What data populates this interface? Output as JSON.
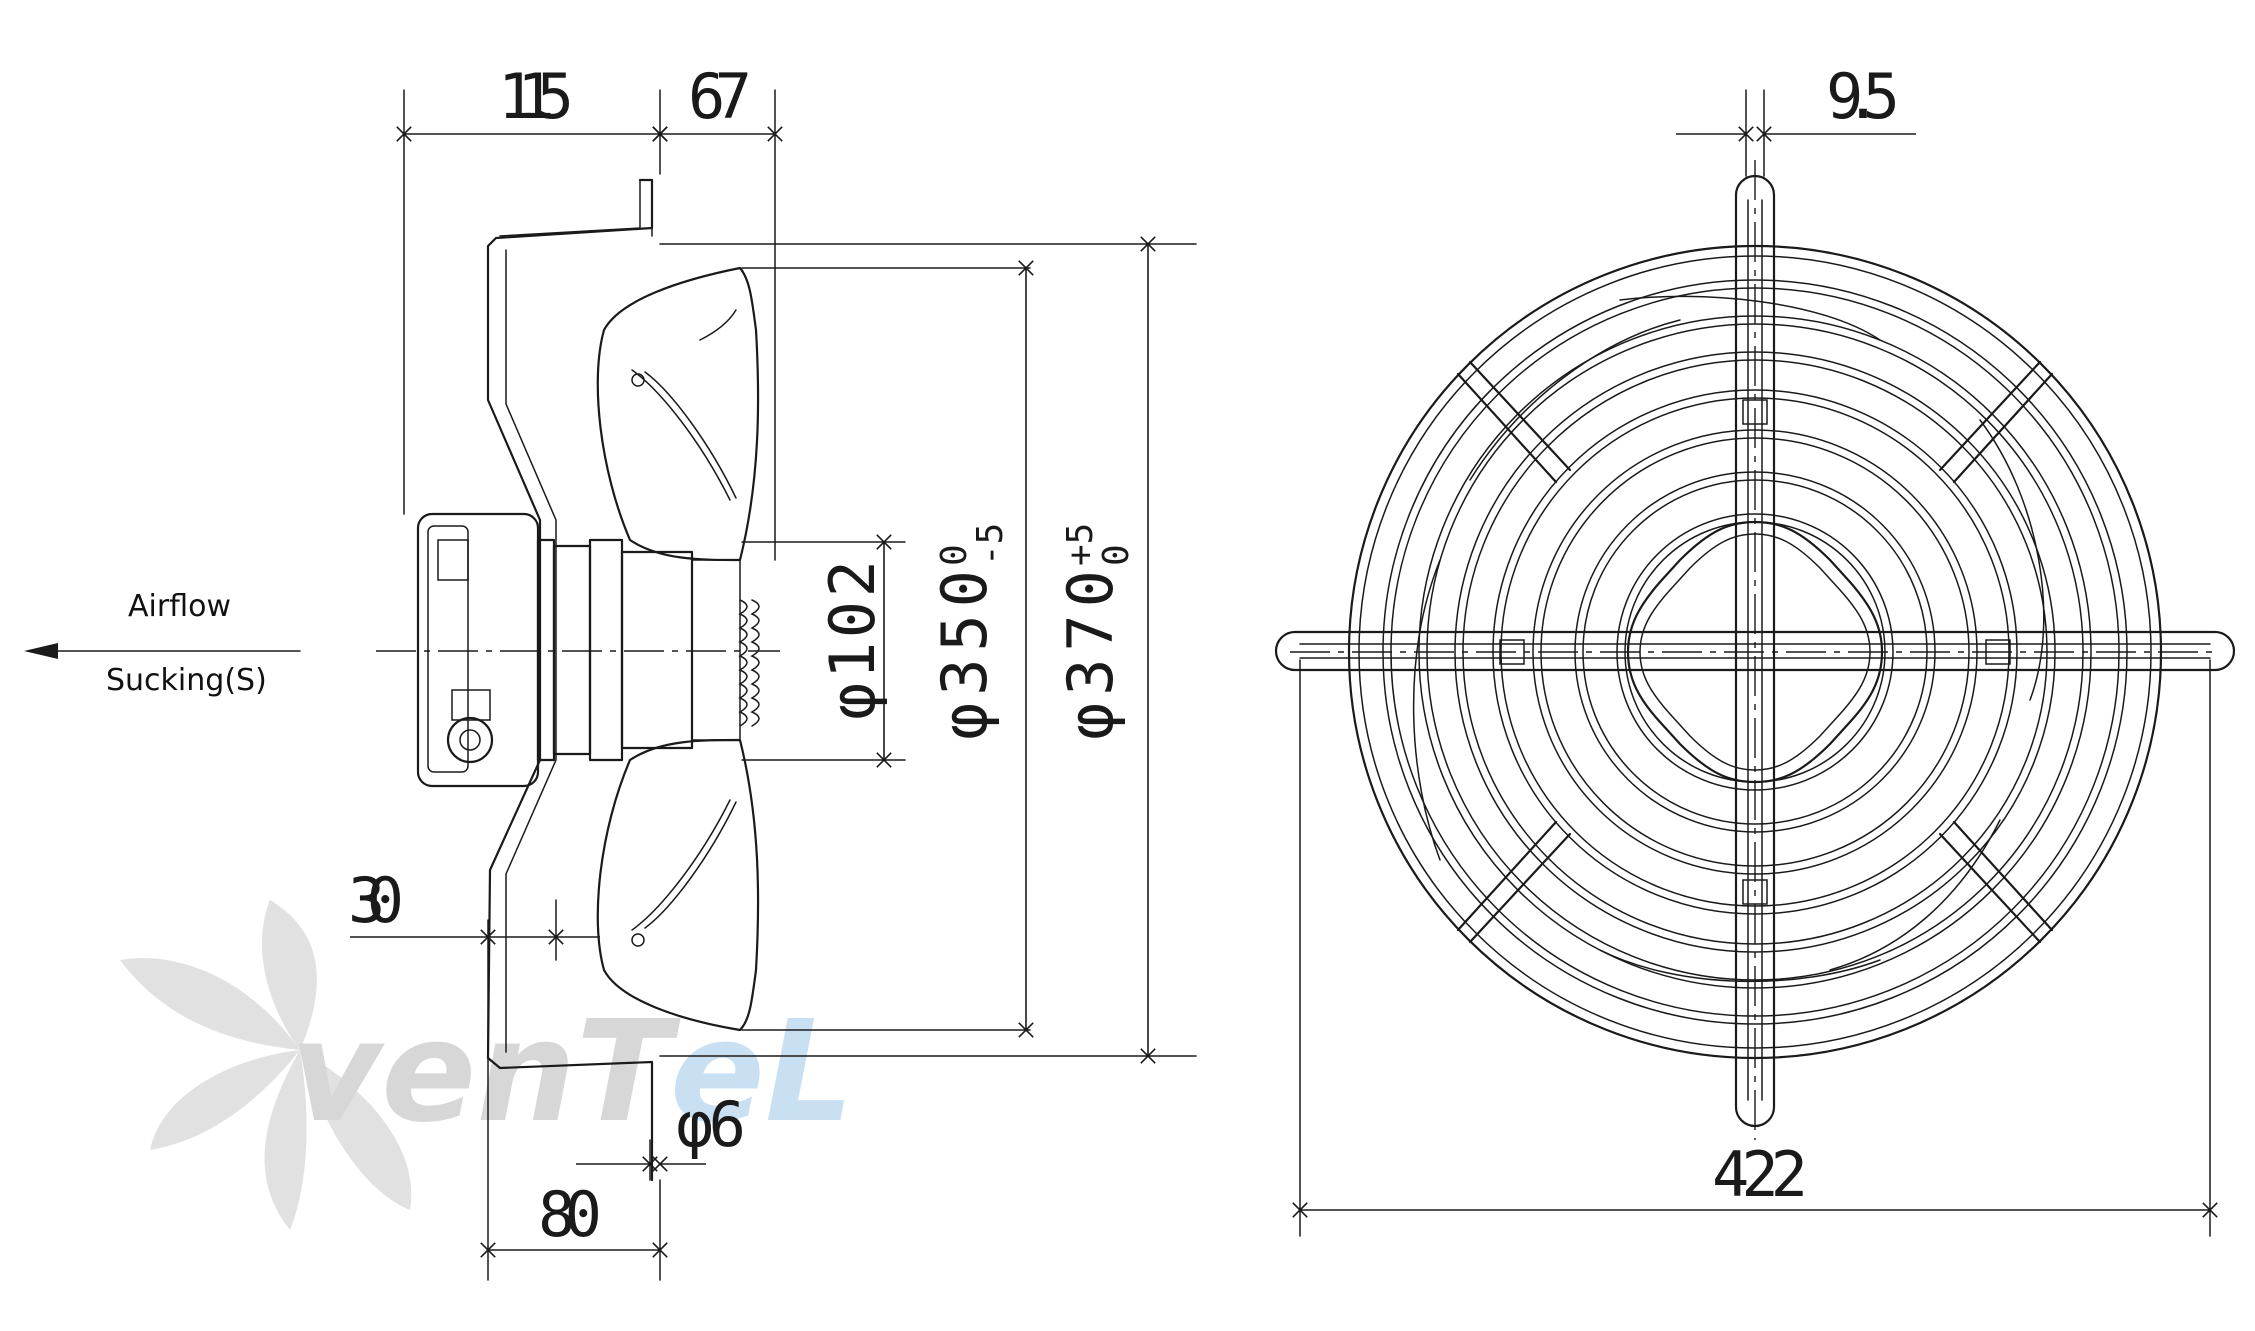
{
  "labels": {
    "airflow": "Airflow",
    "sucking": "Sucking(S)"
  },
  "dimensions": {
    "d115": "115",
    "d67": "67",
    "d95": "9.5",
    "d30": "30",
    "d80": "80",
    "d6": "φ6",
    "d422": "422",
    "d102": "φ102",
    "d350": "φ350",
    "d350_tol_upper": "0",
    "d350_tol_lower": "-5",
    "d370": "φ370",
    "d370_tol_upper": "+5",
    "d370_tol_lower": "0"
  },
  "watermark": {
    "text_grey": "venT",
    "text_blue": "eL",
    "grey_color": "#b8b8b8",
    "blue_color": "#9ec8ea"
  },
  "colors": {
    "line": "#1a1a1a",
    "background": "#ffffff"
  }
}
